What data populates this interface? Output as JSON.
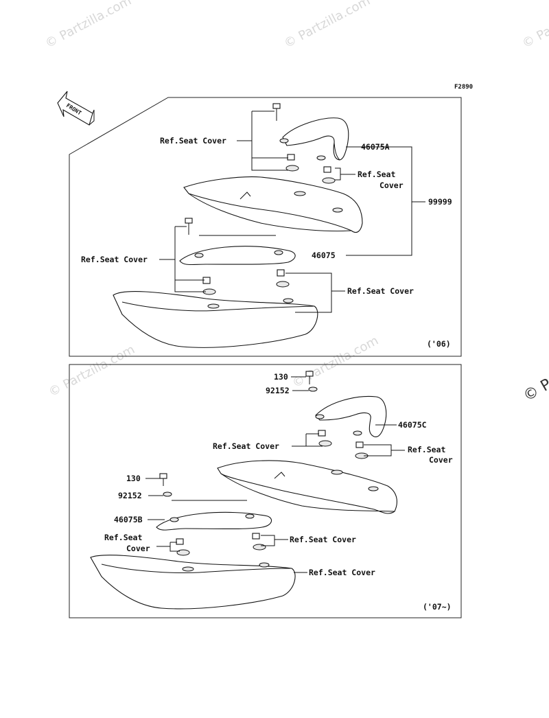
{
  "figure_code": "F2890",
  "front_label": "FRONT",
  "watermarks": [
    "© Partzilla.com",
    "© Partzilla.com",
    "© Partzilla.com",
    "© Partzilla.com",
    "© Partzilla.com",
    "© P"
  ],
  "panel_top": {
    "year_note": "('06)",
    "labels": {
      "ref_seat_cover_1": "Ref.Seat Cover",
      "ref_seat_cover_2_line1": "Ref.Seat",
      "ref_seat_cover_2_line2": "Cover",
      "ref_seat_cover_3": "Ref.Seat Cover",
      "ref_seat_cover_4": "Ref.Seat Cover",
      "part_46075A": "46075A",
      "part_99999": "99999",
      "part_46075": "46075"
    }
  },
  "panel_bottom": {
    "year_note": "('07~)",
    "labels": {
      "part_130_a": "130",
      "part_92152_a": "92152",
      "part_46075C": "46075C",
      "ref_seat_cover_1": "Ref.Seat Cover",
      "ref_seat_cover_2_line1": "Ref.Seat",
      "ref_seat_cover_2_line2": "Cover",
      "part_130_b": "130",
      "part_92152_b": "92152",
      "part_46075B": "46075B",
      "ref_seat_cover_3_line1": "Ref.Seat",
      "ref_seat_cover_3_line2": "Cover",
      "ref_seat_cover_4": "Ref.Seat Cover",
      "ref_seat_cover_5": "Ref.Seat Cover"
    }
  }
}
